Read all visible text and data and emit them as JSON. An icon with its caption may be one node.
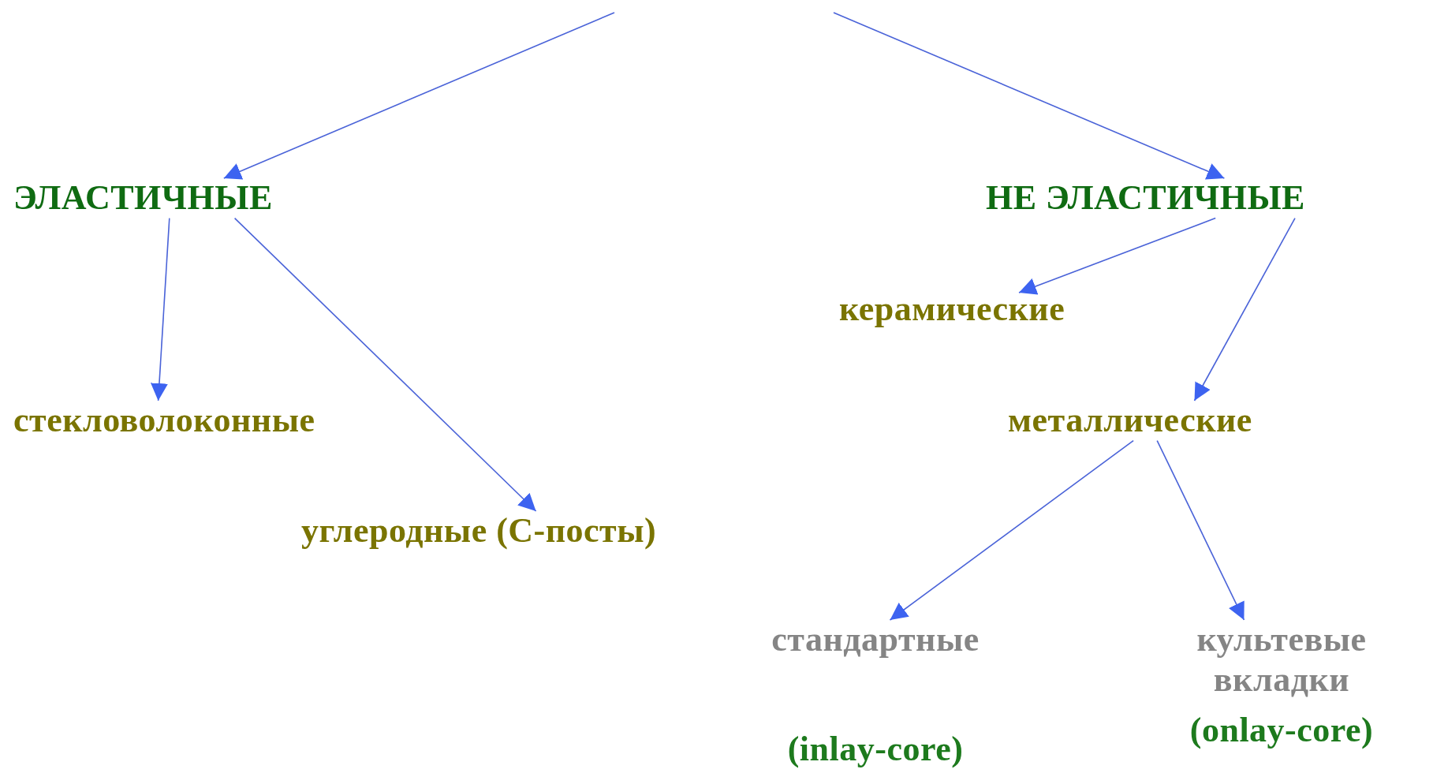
{
  "diagram": {
    "nodes": [
      {
        "text": [
          "ЭЛАСТИЧНЫЕ"
        ]
      },
      {
        "text": [
          "НЕ ЭЛАСТИЧНЫЕ"
        ]
      },
      {
        "text": [
          "стекловолоконные"
        ]
      },
      {
        "text": [
          "углеродные (С-посты)"
        ]
      },
      {
        "text": [
          "керамические"
        ]
      },
      {
        "text": [
          "металлические"
        ]
      },
      {
        "text": [
          "стандартные",
          "(inlay-core)"
        ]
      },
      {
        "text": [
          "культевые вкладки",
          "(onlay-core)"
        ]
      }
    ],
    "edges": [
      {
        "from": null,
        "to": 0,
        "arrow": "to"
      },
      {
        "from": null,
        "to": 1,
        "arrow": "to"
      },
      {
        "from": 0,
        "to": 2,
        "arrow": "to"
      },
      {
        "from": 0,
        "to": 3,
        "arrow": "to"
      },
      {
        "from": 1,
        "to": 4,
        "arrow": "to"
      },
      {
        "from": 1,
        "to": 5,
        "arrow": "to"
      },
      {
        "from": 5,
        "to": 6,
        "arrow": "to"
      },
      {
        "from": 5,
        "to": 7,
        "arrow": "to"
      }
    ]
  }
}
